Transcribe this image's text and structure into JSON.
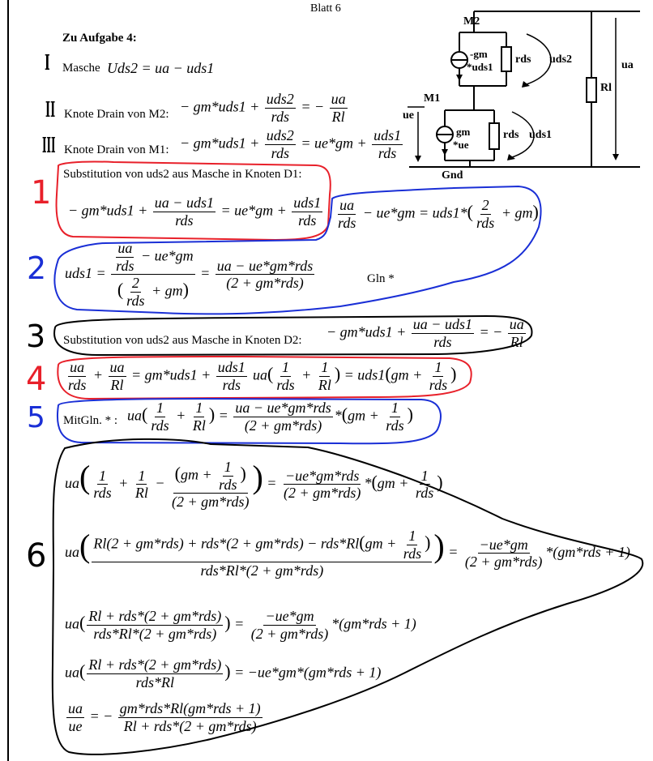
{
  "page_label": "Blatt 6",
  "heading": "Zu Aufgabe 4:",
  "roman": {
    "i": "I",
    "ii": "II",
    "iii": "III"
  },
  "masche_label": "Masche",
  "masche_eq": "Uds2 = ua − uds1",
  "knote_m2_label": "Knote Drain von M2:",
  "knote_m1_label": "Knote Drain von M1:",
  "subst_d1_label": "Substitution von uds2 aus Masche in Knoten D1:",
  "subst_d2_label": "Substitution von uds2 aus Masche in Knoten D2:",
  "gln_label": "Gln *",
  "mit_gln_label": "MitGln. * :",
  "step_numbers": [
    "1",
    "2",
    "3",
    "4",
    "5",
    "6"
  ],
  "circuit": {
    "m2": "M2",
    "m1": "M1",
    "gm_uds1_top": "-gm",
    "gm_uds1_bottom": "*uds1",
    "gm_ue_top": "gm",
    "gm_ue_bottom": "*ue",
    "rds_top": "rds",
    "rds_bottom": "rds",
    "uds2": "uds2",
    "uds1": "uds1",
    "rl": "Rl",
    "ua": "ua",
    "ue": "ue",
    "gnd": "Gnd"
  },
  "colors": {
    "red": "#e8202a",
    "blue": "#1a2fd6",
    "black": "#000000"
  }
}
